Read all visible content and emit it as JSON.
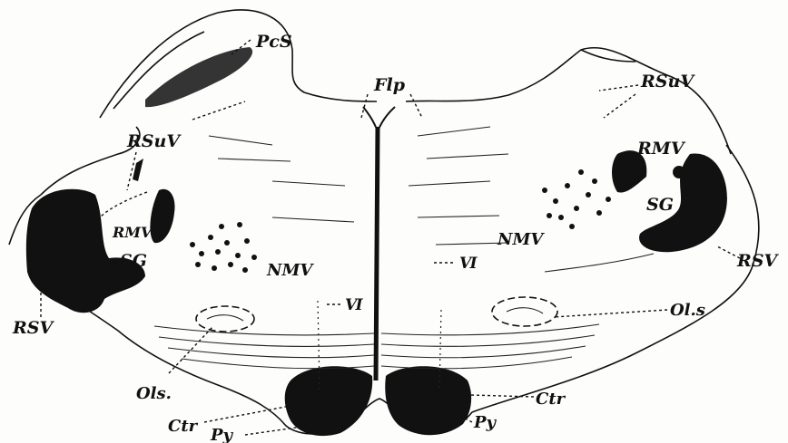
{
  "figure": {
    "title": "",
    "labels": {
      "pcs": "PcS",
      "flp": "Flp",
      "rsuv_left": "RSuⅤ",
      "rsuv_right": "RSuⅤ",
      "rmv_left": "RMⅤ",
      "rmv_right": "RMⅤ",
      "sg_left": "SG",
      "sg_right": "SG",
      "nmv_left": "NMⅤ",
      "nmv_right": "NMⅤ",
      "rsv_left": "RSⅤ",
      "rsv_right": "RSⅤ",
      "vi_left": "Ⅵ",
      "vi_right": "Ⅵ",
      "ols_left": "Ols.",
      "ols_right": "Ol.s",
      "ctr_left": "Ctr",
      "ctr_right": "Ctr",
      "py_left": "Py",
      "py_right": "Py"
    }
  }
}
